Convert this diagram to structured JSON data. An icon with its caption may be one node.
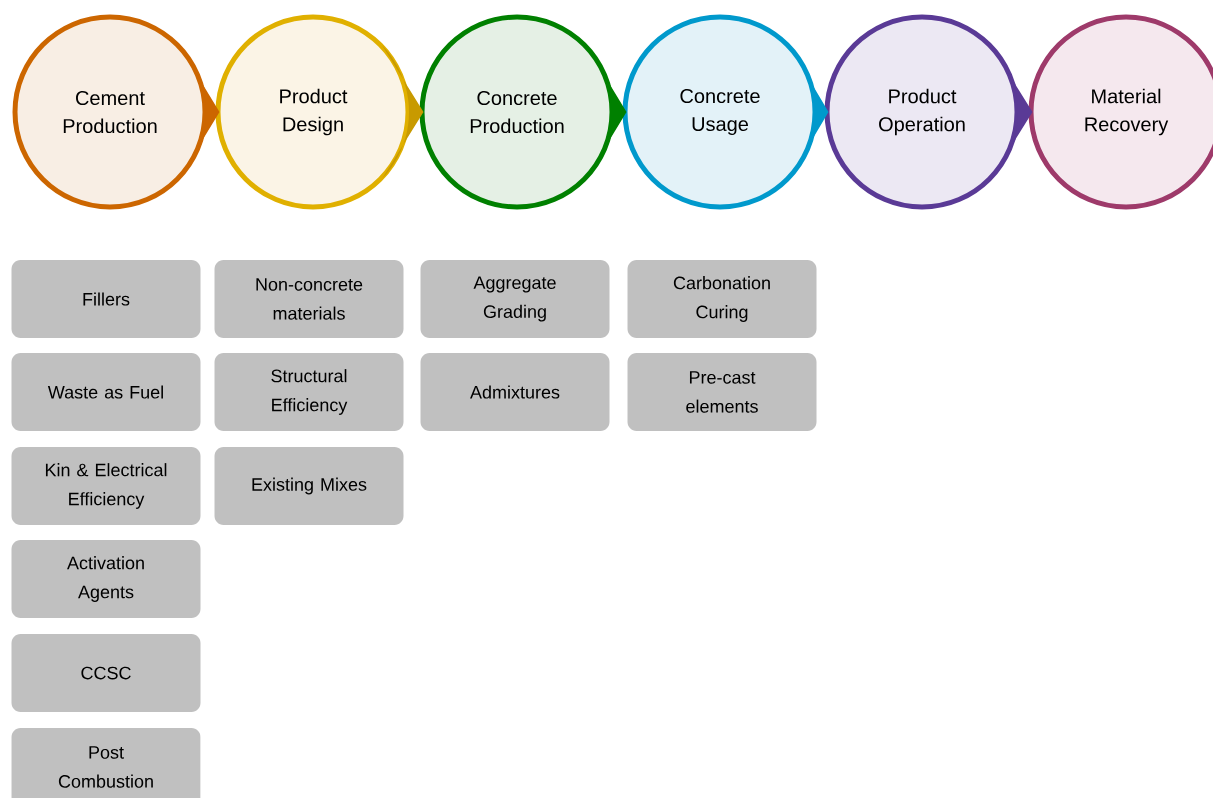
{
  "diagram": {
    "nodes": [
      {
        "text": [
          "Cement Production"
        ]
      },
      {
        "text": [
          "Product Design"
        ]
      },
      {
        "text": [
          "Concrete Production"
        ]
      },
      {
        "text": [
          "Concrete Usage"
        ]
      },
      {
        "text": [
          "Product Operation"
        ]
      },
      {
        "text": [
          "Material Recovery"
        ]
      },
      {
        "text": [
          "Fillers"
        ]
      },
      {
        "text": [
          "Non-concrete materials"
        ]
      },
      {
        "text": [
          "Aggregate Grading"
        ]
      },
      {
        "text": [
          "Carbonation Curing"
        ]
      },
      {
        "text": [
          "Waste as Fuel"
        ]
      },
      {
        "text": [
          "Structural Efficiency"
        ]
      },
      {
        "text": [
          "Admixtures"
        ]
      },
      {
        "text": [
          "Pre-cast elements"
        ]
      },
      {
        "text": [
          "Kin & Electrical Efficiency"
        ]
      },
      {
        "text": [
          "Existing Mixes"
        ]
      },
      {
        "text": [
          "Activation Agents"
        ]
      },
      {
        "text": [
          "CCSC"
        ]
      },
      {
        "text": [
          "Post Combustion"
        ]
      }
    ],
    "edges": [
      {
        "from": 0,
        "to": 1,
        "arrow": "to",
        "color": "#cc6600"
      },
      {
        "from": 1,
        "to": 2,
        "arrow": "to",
        "color": "#c89a00"
      },
      {
        "from": 2,
        "to": 3,
        "arrow": "to",
        "color": "#008000"
      },
      {
        "from": 3,
        "to": 4,
        "arrow": "to",
        "color": "#0099cc"
      },
      {
        "from": 4,
        "to": 5,
        "arrow": "to",
        "color": "#5a3a96"
      }
    ]
  }
}
